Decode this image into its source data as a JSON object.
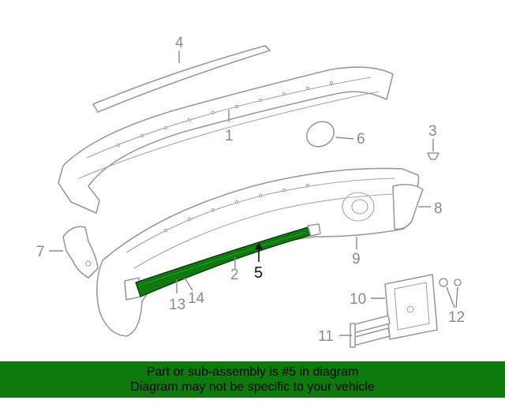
{
  "callouts": [
    {
      "id": "1",
      "text": "1"
    },
    {
      "id": "2",
      "text": "2"
    },
    {
      "id": "3",
      "text": "3"
    },
    {
      "id": "4",
      "text": "4"
    },
    {
      "id": "5",
      "text": "5",
      "highlighted": true
    },
    {
      "id": "6",
      "text": "6"
    },
    {
      "id": "7",
      "text": "7"
    },
    {
      "id": "8",
      "text": "8"
    },
    {
      "id": "9",
      "text": "9"
    },
    {
      "id": "10",
      "text": "10"
    },
    {
      "id": "11",
      "text": "11"
    },
    {
      "id": "12",
      "text": "12"
    },
    {
      "id": "13",
      "text": "13"
    },
    {
      "id": "14",
      "text": "14"
    }
  ],
  "banner": {
    "line1": "Part or sub-assembly is #5 in diagram",
    "line2": "Diagram may not be specific to your vehicle"
  },
  "colors": {
    "highlight": "#0e7a0d",
    "line_art": "#9a9a9a"
  }
}
